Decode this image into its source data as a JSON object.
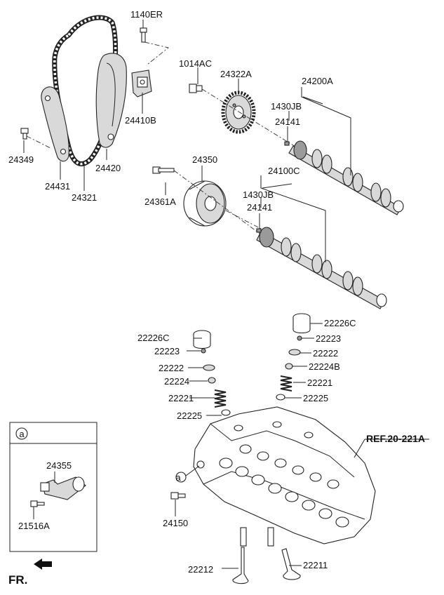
{
  "labels": {
    "bolt_1140ER": "1140ER",
    "bolt_1014AC": "1014AC",
    "sprocket_24322A": "24322A",
    "exhaust_cam_24200A": "24200A",
    "key_1430JB_upper": "1430JB",
    "pin_24141_upper": "24141",
    "tensioner_24410B": "24410B",
    "bolt_24349": "24349",
    "guide_24420": "24420",
    "guide_24431": "24431",
    "chain_24321": "24321",
    "cvvt_24350": "24350",
    "intake_cam_24100C": "24100C",
    "key_1430JB_lower": "1430JB",
    "pin_24141_lower": "24141",
    "bolt_24361A": "24361A",
    "lifter_22226C_left": "22226C",
    "lifter_22226C_right": "22226C",
    "cotter_22223_left": "22223",
    "cotter_22223_right": "22223",
    "retainer_22222_left": "22222",
    "retainer_22222_right": "22222",
    "seal_22224": "22224",
    "seal_22224B": "22224B",
    "spring_22221_left": "22221",
    "spring_22221_right": "22221",
    "seat_22225_left": "22225",
    "seat_22225_right": "22225",
    "ref_head": "REF.20-221A",
    "bolt_24150": "24150",
    "valve_22212": "22212",
    "valve_22211": "22211",
    "inset_tag": "a",
    "inset_valve_24355": "24355",
    "inset_bolt_21516A": "21516A",
    "callout_a": "a",
    "front": "FR."
  }
}
